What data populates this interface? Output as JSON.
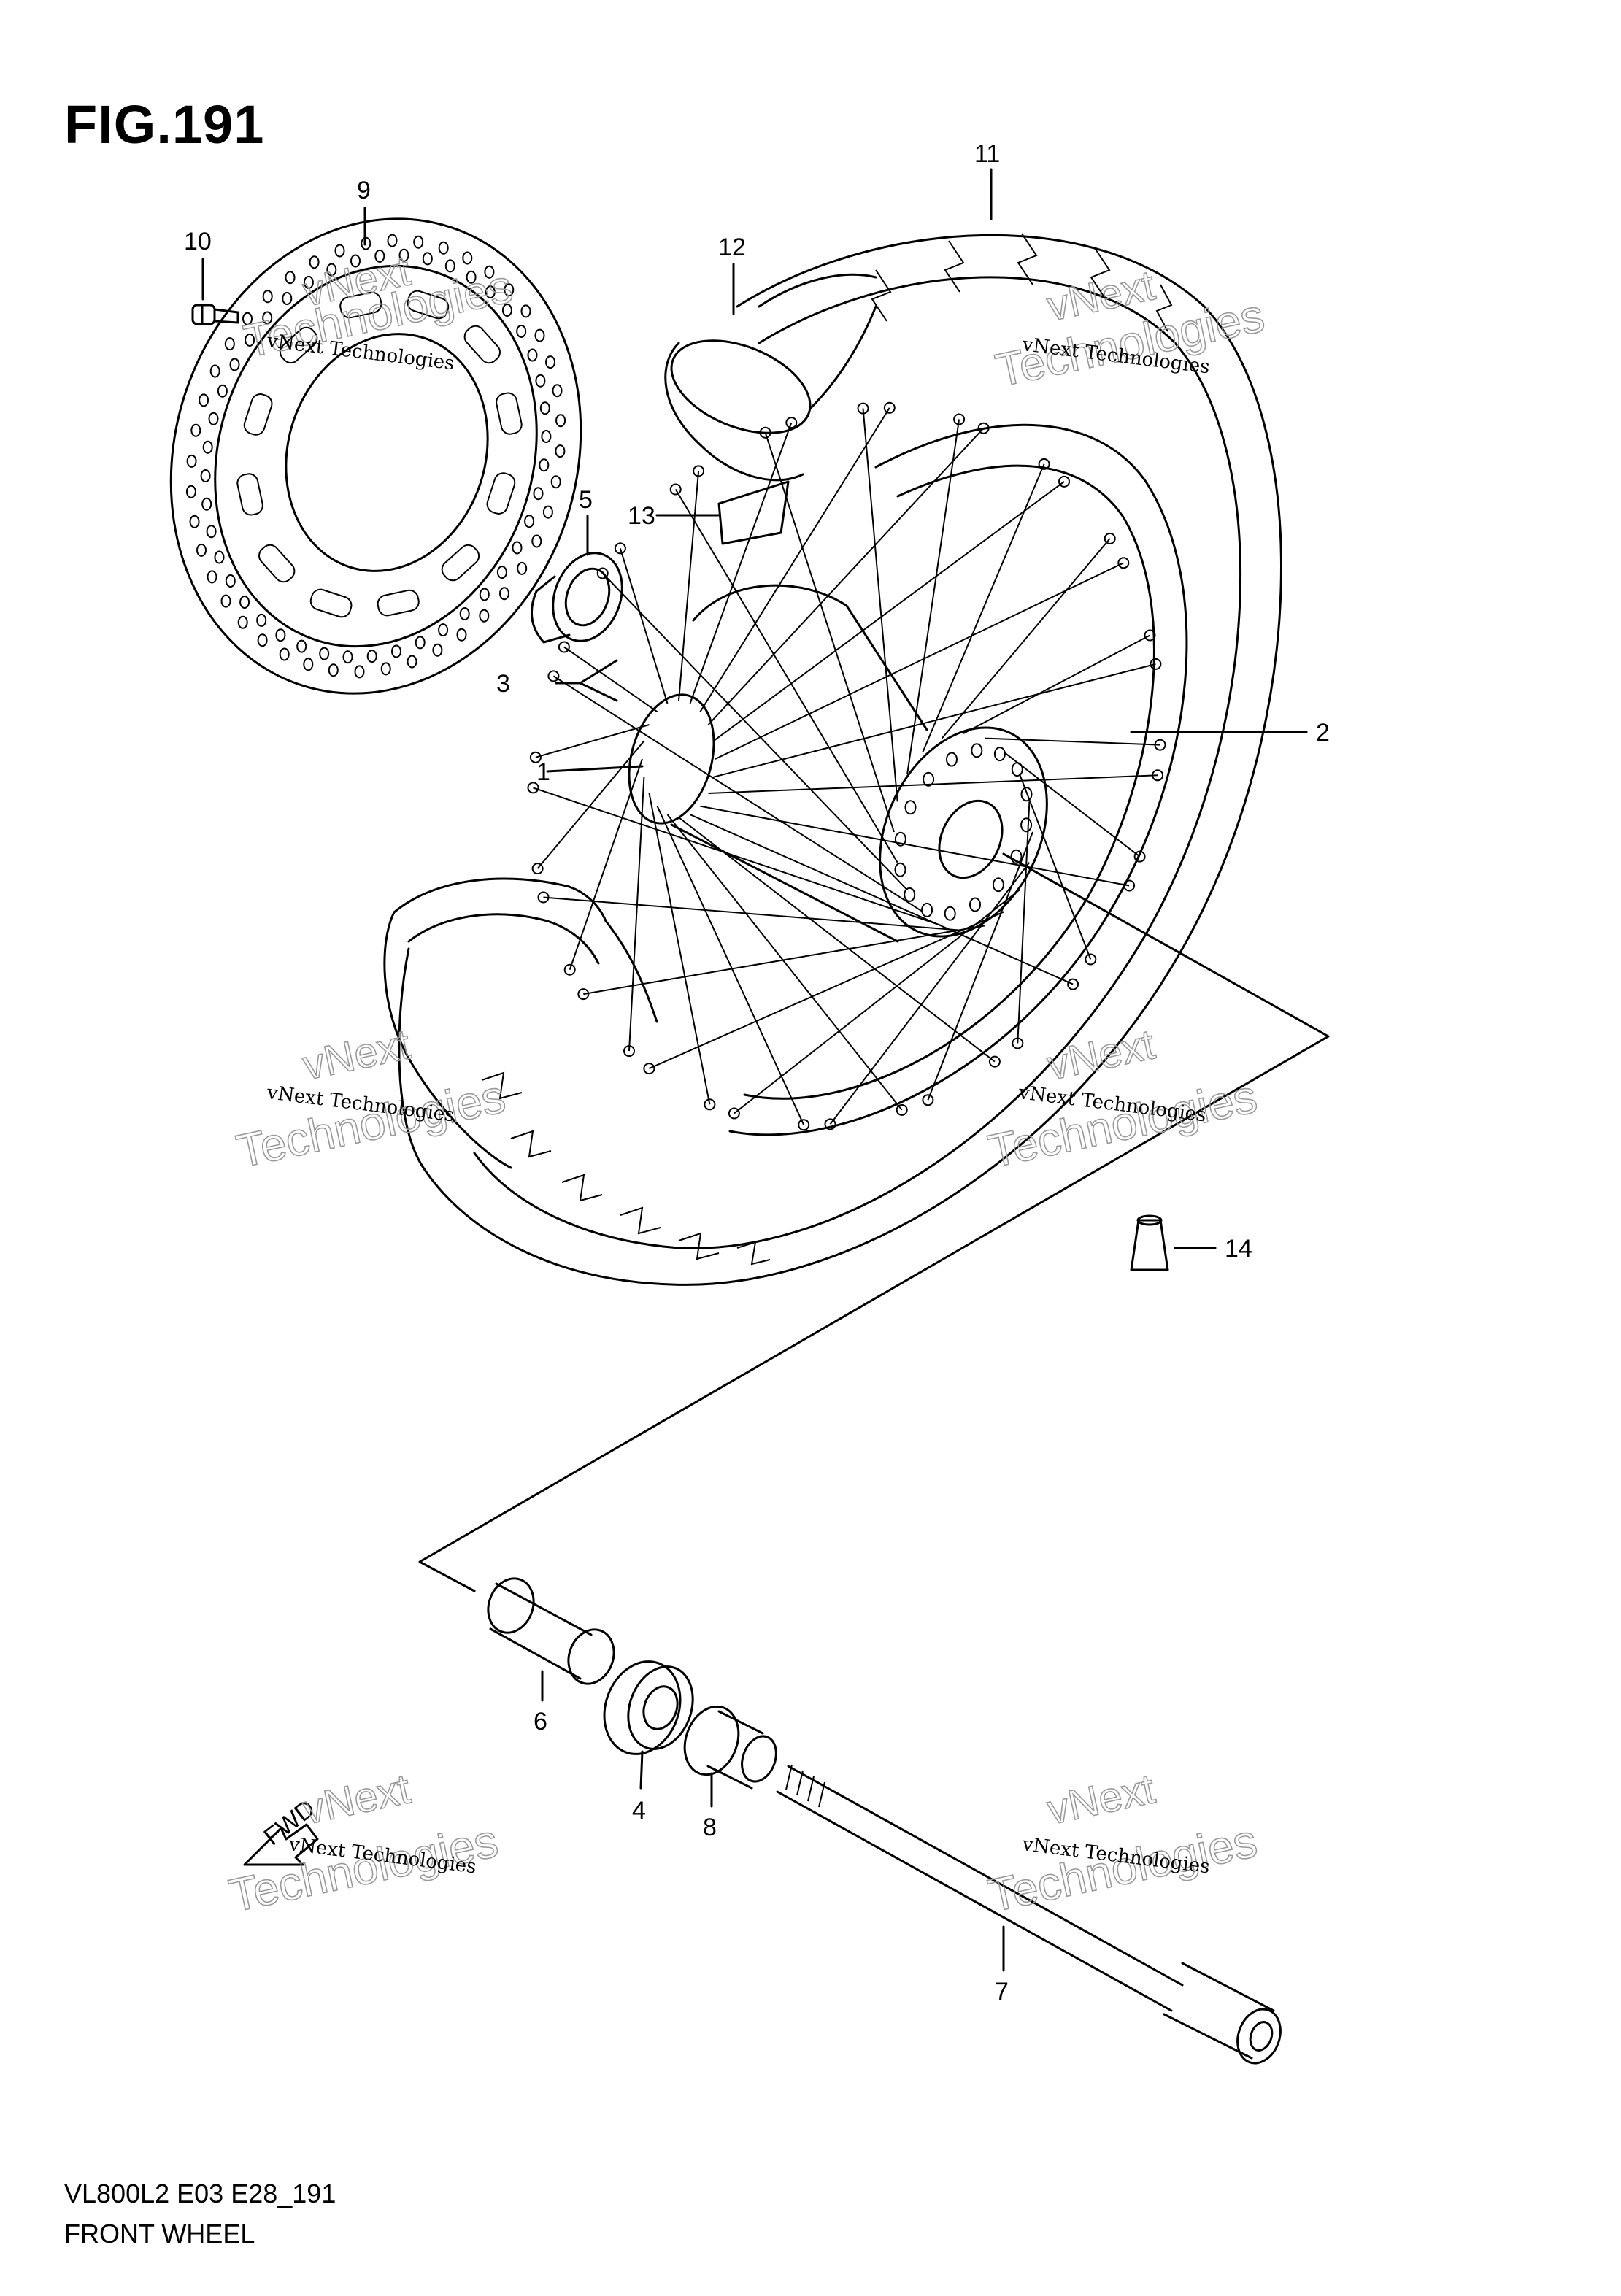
{
  "figure": {
    "title": "FIG.191",
    "model_code": "VL800L2 E03 E28_191",
    "name": "FRONT WHEEL"
  },
  "callouts": [
    {
      "id": "1",
      "label": "1"
    },
    {
      "id": "2",
      "label": "2"
    },
    {
      "id": "3",
      "label": "3"
    },
    {
      "id": "4",
      "label": "4"
    },
    {
      "id": "5",
      "label": "5"
    },
    {
      "id": "6",
      "label": "6"
    },
    {
      "id": "7",
      "label": "7"
    },
    {
      "id": "8",
      "label": "8"
    },
    {
      "id": "9",
      "label": "9"
    },
    {
      "id": "10",
      "label": "10"
    },
    {
      "id": "11",
      "label": "11"
    },
    {
      "id": "12",
      "label": "12"
    },
    {
      "id": "13",
      "label": "13"
    },
    {
      "id": "14",
      "label": "14"
    }
  ],
  "watermark": {
    "line1": "vNext Technologies",
    "line2": "vNext",
    "line3": "Technologies"
  },
  "direction_arrow": {
    "label": "FWD"
  },
  "colors": {
    "ink": "#000000",
    "background": "#ffffff",
    "watermark": "#9a9a9a"
  }
}
